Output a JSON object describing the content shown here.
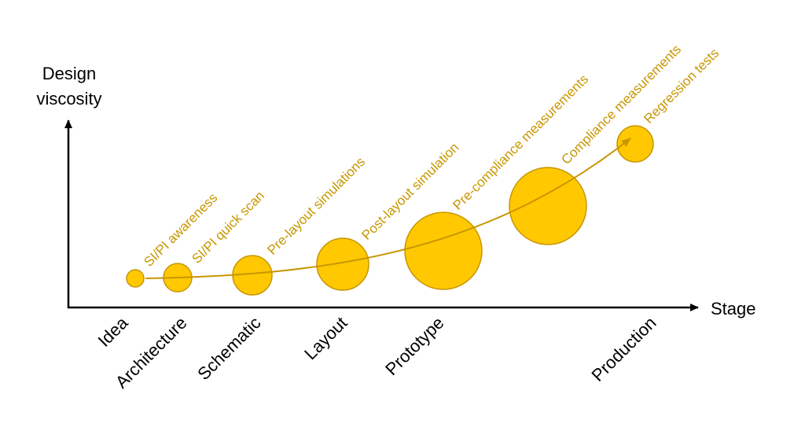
{
  "colors": {
    "bubble_fill": "#FFC800",
    "bubble_stroke": "#C89600",
    "curve": "#C89600",
    "label_text": "#C89600",
    "axis": "#000000"
  },
  "y_axis": {
    "line1": "Design",
    "line2": "viscosity"
  },
  "x_axis": {
    "label": "Stage"
  },
  "stages": [
    "Idea",
    "Architecture",
    "Schematic",
    "Layout",
    "Prototype",
    "Production"
  ],
  "activities": [
    "SI/PI awareness",
    "SI/PI quick scan",
    "Pre-layout simulations",
    "Post-layout simulation",
    "Pre-compliance measurements",
    "Compliance measurements",
    "Regression tests"
  ]
}
